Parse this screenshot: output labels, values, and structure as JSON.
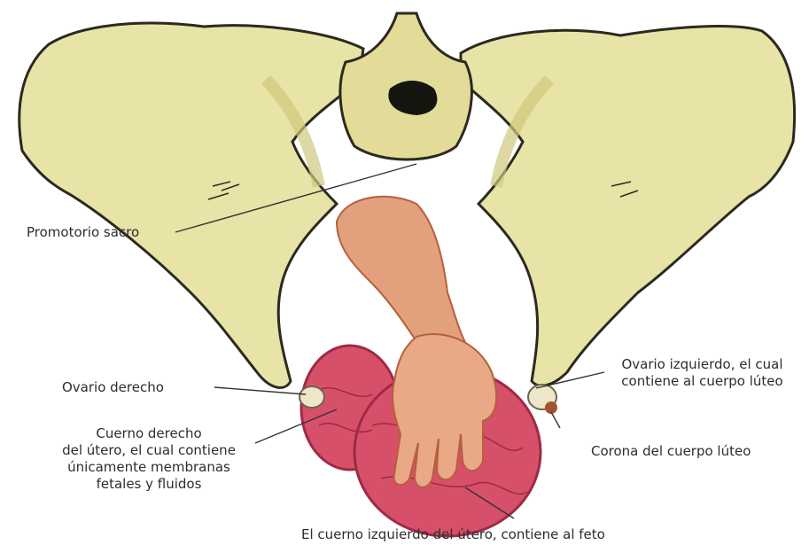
{
  "labels": {
    "promontory": "Promotorio sacro",
    "right_ovary": "Ovario derecho",
    "right_horn": [
      "Cuerno derecho",
      "del útero, el cual contiene",
      "únicamente membranas",
      "fetales y fluidos"
    ],
    "left_ovary": [
      "Ovario izquierdo, el cual",
      "contiene al cuerpo lúteo"
    ],
    "corona": "Corona del cuerpo lúteo",
    "left_horn": "El cuerno izquierdo del útero, contiene al feto"
  },
  "colors": {
    "bone": "#e8e3a6",
    "bone_shadow": "#cfc77e",
    "outline": "#2b2a1e",
    "uterus": "#d6506a",
    "uterus_dark": "#9e2a45",
    "arm": "#e3a07c",
    "arm_dark": "#b5603c",
    "leader": "#333333"
  }
}
